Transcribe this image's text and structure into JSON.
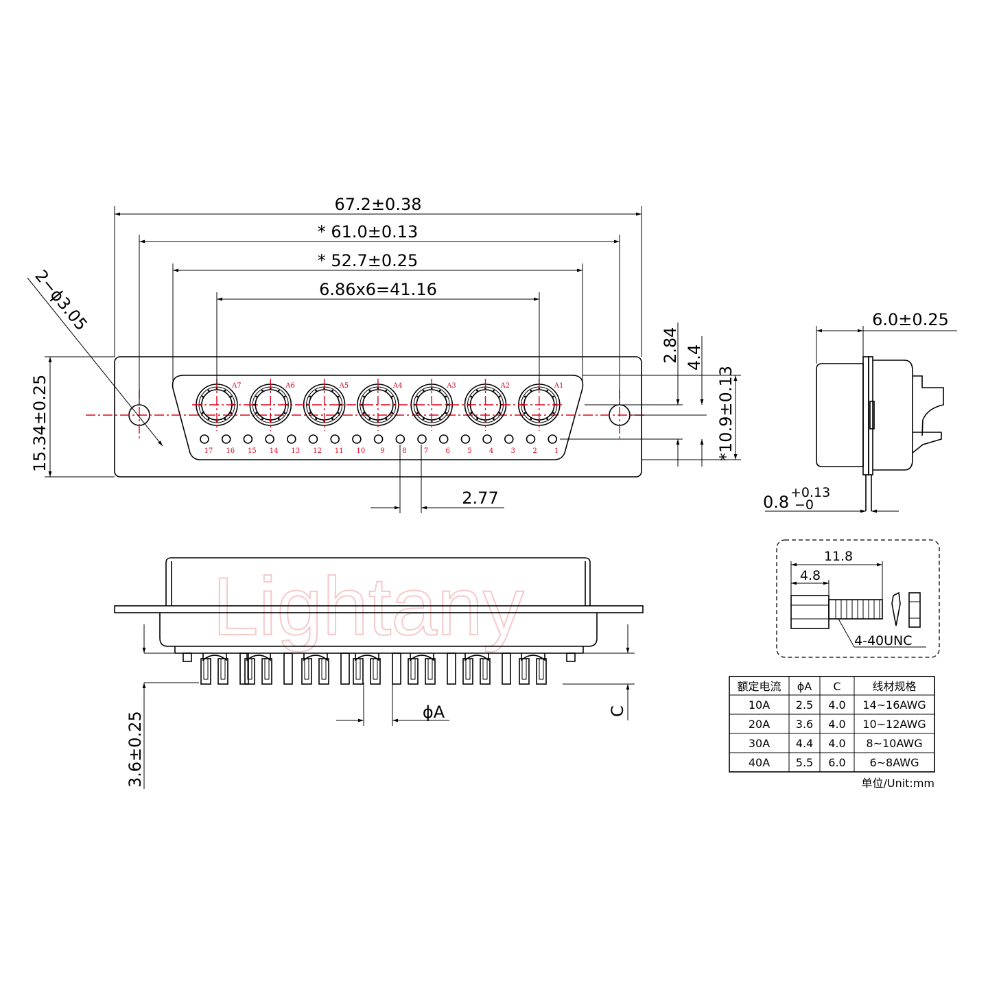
{
  "watermark": "Lightany",
  "dimensions": {
    "overall_width": "67.2±0.38",
    "hole_spacing": "* 61.0±0.13",
    "shell_width": "* 52.7±0.25",
    "pin_pitch_power": "6.86x6=41.16",
    "mount_holes": "2−ϕ3.05",
    "height": "15.34±0.25",
    "top_offset": "2.84",
    "offset_4_4": "4.4",
    "shell_height": "*10.9±0.13",
    "signal_pitch": "2.77",
    "side_depth": "6.0±0.25",
    "flange_thickness": "0.8",
    "flange_tol_plus": "+0.13",
    "flange_tol_minus": "−0",
    "tail_length": "3.6±0.25",
    "tail_dia": "ϕA",
    "tail_c": "C",
    "screw_total": "11.8",
    "screw_head": "4.8",
    "screw_thread": "4-40UNC"
  },
  "power_pins": [
    "A7",
    "A6",
    "A5",
    "A4",
    "A3",
    "A2",
    "A1"
  ],
  "signal_pins": [
    "17",
    "16",
    "15",
    "14",
    "13",
    "12",
    "11",
    "10",
    "9",
    "8",
    "7",
    "6",
    "5",
    "4",
    "3",
    "2",
    "1"
  ],
  "table": {
    "headers": [
      "额定电流",
      "ϕA",
      "C",
      "线材规格"
    ],
    "rows": [
      [
        "10A",
        "2.5",
        "4.0",
        "14~16AWG"
      ],
      [
        "20A",
        "3.6",
        "4.0",
        "10~12AWG"
      ],
      [
        "30A",
        "4.4",
        "4.0",
        "8~10AWG"
      ],
      [
        "40A",
        "5.5",
        "6.0",
        "6~8AWG"
      ]
    ],
    "unit": "单位/Unit:mm"
  },
  "colors": {
    "line": "#000000",
    "centerline": "#e0001a",
    "watermark": "#f6c9c9"
  }
}
